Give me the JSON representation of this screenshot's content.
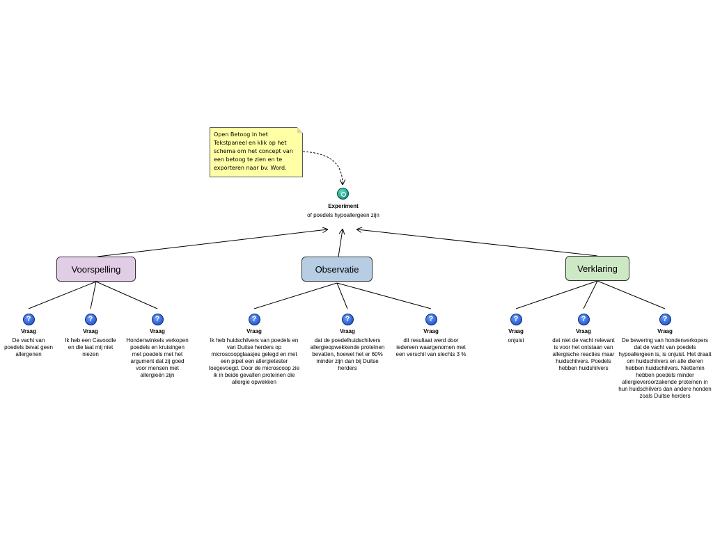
{
  "note": {
    "text": "Open Betoog in het Tekstpaneel en klik op het schema om het concept van een betoog te zien en te exporteren naar bv. Word."
  },
  "root": {
    "icon": "play-circle-icon",
    "title": "Experiment",
    "subtitle": "of poedels hypoallergeen zijn"
  },
  "branches": [
    {
      "label": "Voorspelling",
      "color": "#e2cde6",
      "leaves": [
        {
          "icon": "question-icon",
          "title": "Vraag",
          "text": "De vacht van poedels bevat geen allergenen"
        },
        {
          "icon": "question-icon",
          "title": "Vraag",
          "text": "Ik heb een Cavoodle en die laat mij niet niezen"
        },
        {
          "icon": "question-icon",
          "title": "Vraag",
          "text": "Hondenwinkels verkopen poedels en kruisingen met poedels met het argument dat zij goed voor mensen met allergieën zijn"
        }
      ]
    },
    {
      "label": "Observatie",
      "color": "#b6cde3",
      "leaves": [
        {
          "icon": "question-icon",
          "title": "Vraag",
          "text": "Ik heb huidschilvers van poedels en van Duitse herders op microscoopglaasjes gelegd en met een pipet een allergietester toegevoegd. Door de microscoop zie ik in beide gevallen proteïnen die allergie opwekken"
        },
        {
          "icon": "question-icon",
          "title": "Vraag",
          "text": "dat de poedelhuidschilvers allergieopwekkende proteïnen bevatten, hoewel het er 60% minder zijn dan bij Duitse herders"
        },
        {
          "icon": "question-icon",
          "title": "Vraag",
          "text": "dit resultaat werd door iedereen waargenomen met een verschil van slechts 3 %"
        }
      ]
    },
    {
      "label": "Verklaring",
      "color": "#cde8c4",
      "leaves": [
        {
          "icon": "question-icon",
          "title": "Vraag",
          "text": "onjuist"
        },
        {
          "icon": "question-icon",
          "title": "Vraag",
          "text": "dat niet de vacht relevant is voor het ontstaan van allergische reacties maar huidschilvers. Poedels hebben huidshilvers"
        },
        {
          "icon": "question-icon",
          "title": "Vraag",
          "text": "De bewering van hondenverkopers dat de vacht van poedels hypoallergeen is, is onjuist. Het draait om huidschilvers en alle dieren hebben huidschilvers. Niettemin hebben poedels minder allergieveroorzakende proteïnen in hun huidschilvers dan andere honden zoals Duitse herders"
        }
      ]
    }
  ]
}
